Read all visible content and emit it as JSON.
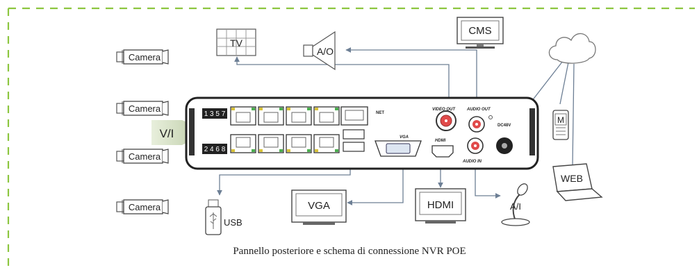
{
  "caption": "Pannello posteriore e schema di connessione NVR POE",
  "accent_border_color": "#8cc63f",
  "camera_label": "Camera",
  "cameras": [
    "Camera",
    "Camera",
    "Camera",
    "Camera"
  ],
  "vi_label": "V/I",
  "tv_label": "TV",
  "ao_label": "A/O",
  "cms_label": "CMS",
  "m_label": "M",
  "web_label": "WEB",
  "vga_monitor_label": "VGA",
  "hdmi_monitor_label": "HDMI",
  "usb_label": "USB",
  "ai_label": "A/I",
  "panel": {
    "ports_top_numbers": "1 3 5 7",
    "ports_bottom_numbers": "2 4 6 8",
    "net_label": "NET",
    "vga_port_label": "VGA",
    "hdmi_port_label": "HDMI",
    "video_out_label": "VIDEO OUT",
    "audio_out_label": "AUDIO OUT",
    "audio_in_label": "AUDIO IN",
    "dc_label": "DC48V"
  },
  "icons": [
    "camera-icon",
    "tv-icon",
    "speaker-icon",
    "monitor-icon",
    "cloud-icon",
    "phone-icon",
    "laptop-icon",
    "usb-drive-icon",
    "microphone-icon",
    "nvr-device"
  ]
}
